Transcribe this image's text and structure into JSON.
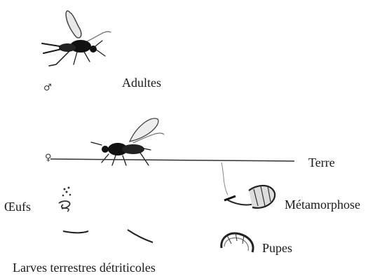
{
  "labels": {
    "adults": "Adultes",
    "ground": "Terre",
    "eggs": "Œufs",
    "metamorphosis": "Métamorphose",
    "pupae": "Pupes",
    "larvae": "Larves terrestres détriticoles"
  },
  "symbols": {
    "male": "♂",
    "female": "♀"
  },
  "colors": {
    "ink": "#1a1a1a",
    "line": "#333333"
  }
}
